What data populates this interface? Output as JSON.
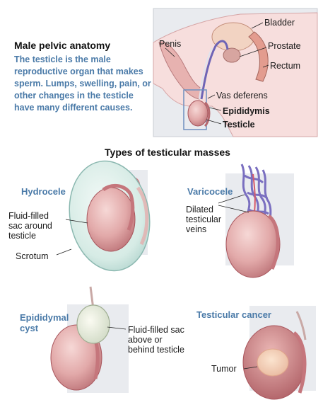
{
  "anatomy": {
    "title": "Male pelvic anatomy",
    "description": "The testicle is the male reproductive organ that makes sperm. Lumps, swelling, pain, or other changes in the testicle have many different causes.",
    "labels": {
      "bladder": "Bladder",
      "penis": "Penis",
      "prostate": "Prostate",
      "rectum": "Rectum",
      "vas_deferens": "Vas deferens",
      "epididymis": "Epididymis",
      "testicle": "Testicle"
    }
  },
  "masses": {
    "heading": "Types of testicular masses",
    "hydrocele": {
      "title": "Hydrocele",
      "label_fluid": "Fluid-filled\nsac around\ntesticle",
      "label_scrotum": "Scrotum"
    },
    "varicocele": {
      "title": "Varicocele",
      "label_veins": "Dilated\ntesticular\nveins"
    },
    "epididymal_cyst": {
      "title": "Epididymal\ncyst",
      "label_sac": "Fluid-filled sac\nabove or\nbehind testicle"
    },
    "testicular_cancer": {
      "title": "Testicular cancer",
      "label_tumor": "Tumor"
    }
  },
  "colors": {
    "accent_blue": "#4a7aa8",
    "panel_gray": "#e9ebef",
    "tissue_pink": "#d89a9c",
    "vein_purple": "#7a6fc0"
  }
}
